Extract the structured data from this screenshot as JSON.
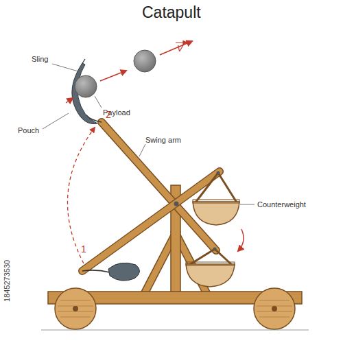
{
  "diagram": {
    "title": "Catapult",
    "labels": [
      "Sling",
      "Payload",
      "Pouch",
      "Swing arm",
      "Counterweight",
      "2",
      "1",
      "V",
      "1845273530"
    ]
  }
}
